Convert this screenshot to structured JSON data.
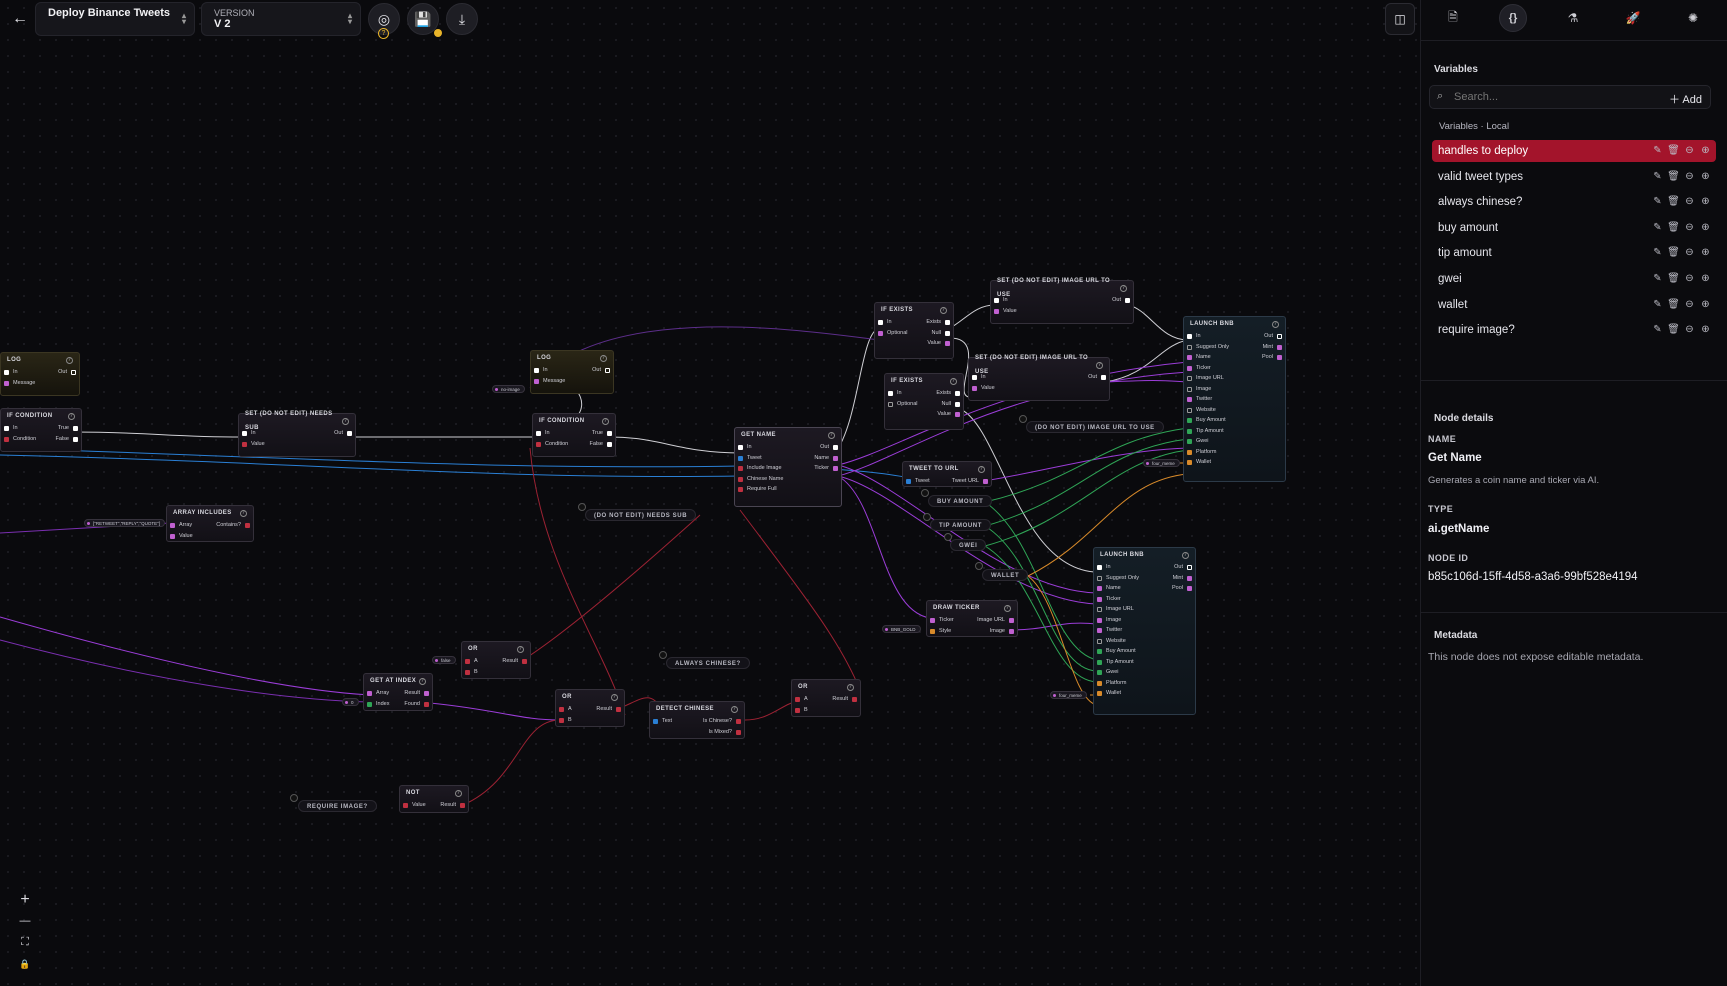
{
  "toolbar": {
    "flow_name": "Deploy Binance Tweets",
    "version_label": "VERSION",
    "version_value": "V 2",
    "warn_badge": "?"
  },
  "canvas_controls": {
    "zoom_in": "+",
    "zoom_out": "—",
    "fit": "⛶",
    "lock": "🔒"
  },
  "nodes": {
    "log1": {
      "title": "LOG",
      "in": "In",
      "out": "Out",
      "message": "Message"
    },
    "if_condition1": {
      "title": "IF CONDITION",
      "in": "In",
      "condition": "Condition",
      "true": "True",
      "false": "False"
    },
    "set_needs_sub": {
      "title": "SET (DO NOT EDIT) NEEDS SUB",
      "in": "In",
      "out": "Out",
      "value": "Value"
    },
    "array_includes": {
      "title": "ARRAY INCLUDES",
      "array": "Array",
      "value": "Value",
      "contains": "Contains?"
    },
    "array_chip": "[\"RETWEET\",\"REPLY\",\"QUOTE\"]",
    "log2": {
      "title": "LOG",
      "in": "In",
      "out": "Out",
      "message": "Message"
    },
    "log2_chip": "no-image",
    "if_condition2": {
      "title": "IF CONDITION",
      "in": "In",
      "condition": "Condition",
      "true": "True",
      "false": "False"
    },
    "get_name": {
      "title": "GET NAME",
      "in": "In",
      "out": "Out",
      "tweet": "Tweet",
      "include_image": "Include Image",
      "chinese_name": "Chinese Name",
      "require_full": "Require Full",
      "name": "Name",
      "ticker": "Ticker"
    },
    "needs_sub_pill": "(DO NOT EDIT) NEEDS SUB",
    "if_exists1": {
      "title": "IF EXISTS",
      "in": "In",
      "optional": "Optional",
      "exists": "Exists",
      "null": "Null",
      "value": "Value"
    },
    "if_exists2": {
      "title": "IF EXISTS",
      "in": "In",
      "optional": "Optional",
      "exists": "Exists",
      "null": "Null",
      "value": "Value"
    },
    "set_image_url1": {
      "title": "SET (DO NOT EDIT) IMAGE URL TO USE",
      "in": "In",
      "out": "Out",
      "value": "Value"
    },
    "set_image_url2": {
      "title": "SET (DO NOT EDIT) IMAGE URL TO USE",
      "in": "In",
      "out": "Out",
      "value": "Value"
    },
    "image_url_pill": "(DO NOT EDIT) IMAGE URL TO USE",
    "tweet_to_url": {
      "title": "TWEET TO URL",
      "tweet": "Tweet",
      "tweet_url": "Tweet URL"
    },
    "buy_amount_pill": "BUY AMOUNT",
    "tip_amount_pill": "TIP AMOUNT",
    "gwei_pill": "GWEI",
    "wallet_pill": "WALLET",
    "platform_chip1": "four_meme",
    "platform_chip2": "four_meme",
    "draw_ticker": {
      "title": "DRAW TICKER",
      "ticker": "Ticker",
      "style": "Style",
      "image_url": "Image URL",
      "image": "Image"
    },
    "style_chip": "BNB_GOLD",
    "launch_bnb1": {
      "title": "LAUNCH BNB",
      "in": "In",
      "suggest_only": "Suggest Only",
      "name": "Name",
      "ticker": "Ticker",
      "image_url": "Image URL",
      "image": "Image",
      "twitter": "Twitter",
      "website": "Website",
      "buy_amount": "Buy Amount",
      "tip_amount": "Tip Amount",
      "gwei": "Gwei",
      "platform": "Platform",
      "wallet": "Wallet",
      "out": "Out",
      "mint": "Mint",
      "pool": "Pool"
    },
    "launch_bnb2": {
      "title": "LAUNCH BNB",
      "in": "In",
      "suggest_only": "Suggest Only",
      "name": "Name",
      "ticker": "Ticker",
      "image_url": "Image URL",
      "image": "Image",
      "twitter": "Twitter",
      "website": "Website",
      "buy_amount": "Buy Amount",
      "tip_amount": "Tip Amount",
      "gwei": "Gwei",
      "platform": "Platform",
      "wallet": "Wallet",
      "out": "Out",
      "mint": "Mint",
      "pool": "Pool"
    },
    "or1": {
      "title": "OR",
      "a": "A",
      "b": "B",
      "result": "Result"
    },
    "or1_chip": "false",
    "get_at_index": {
      "title": "GET AT INDEX",
      "array": "Array",
      "index": "Index",
      "result": "Result",
      "found": "Found"
    },
    "index_chip": "0",
    "or2": {
      "title": "OR",
      "a": "A",
      "b": "B",
      "result": "Result"
    },
    "always_chinese_pill": "ALWAYS CHINESE?",
    "detect_chinese": {
      "title": "DETECT CHINESE",
      "text": "Text",
      "is_chinese": "Is Chinese?",
      "is_mixed": "Is Mixed?"
    },
    "or3": {
      "title": "OR",
      "a": "A",
      "b": "B",
      "result": "Result"
    },
    "require_image_pill": "REQUIRE IMAGE?",
    "not": {
      "title": "NOT",
      "value": "Value",
      "result": "Result"
    }
  },
  "panel": {
    "variables_title": "Variables",
    "search_placeholder": "Search...",
    "add_label": "Add",
    "scope_label": "Variables · Local",
    "variables": [
      "handles to deploy",
      "valid tweet types",
      "always chinese?",
      "buy amount",
      "tip amount",
      "gwei",
      "wallet",
      "require image?"
    ],
    "node_details_title": "Node details",
    "name_label": "NAME",
    "name_value": "Get Name",
    "description": "Generates a coin name and ticker via AI.",
    "type_label": "TYPE",
    "type_value": "ai.getName",
    "node_id_label": "NODE ID",
    "node_id_value": "b85c106d-15ff-4d58-a3a6-99bf528e4194",
    "metadata_title": "Metadata",
    "metadata_text": "This node does not expose editable metadata."
  },
  "colors": {
    "selected_var": "#a3142b",
    "warn": "#e8b42a",
    "wire_white": "#cfcfd4",
    "wire_purple": "#9b3dd8",
    "wire_blue": "#2a7fd4",
    "wire_red": "#9c2233",
    "wire_green": "#2fa556",
    "wire_orange": "#d88a2a"
  }
}
